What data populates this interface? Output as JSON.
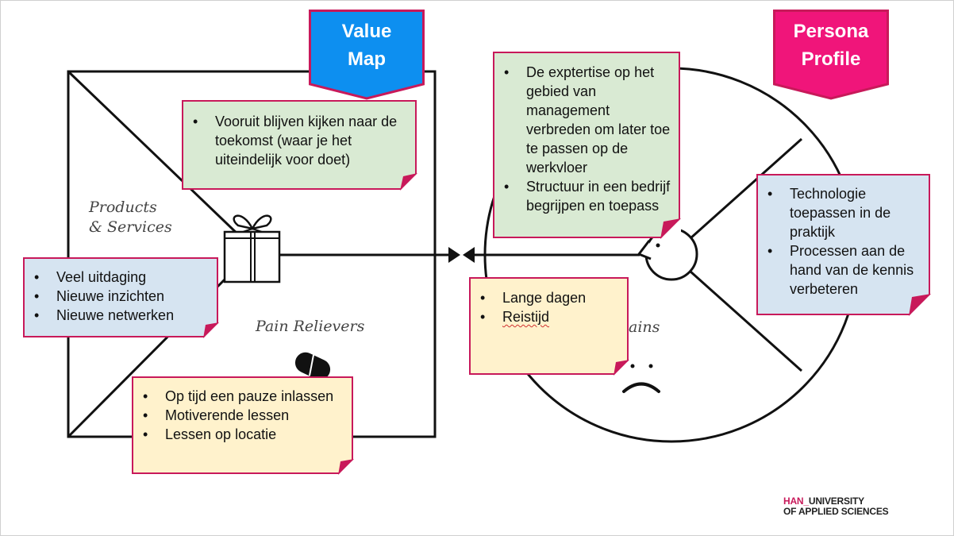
{
  "value_map": {
    "title_line1": "Value",
    "title_line2": "Map",
    "products_line1": "Products",
    "products_line2": "& Services",
    "pain_relievers": "Pain Relievers"
  },
  "persona_profile": {
    "title_line1": "Persona",
    "title_line2": "Profile",
    "pains_partial": "ains"
  },
  "notes": {
    "gain_creators": [
      "Vooruit blijven kijken naar de toekomst (waar je het uiteindelijk voor doet)"
    ],
    "products_services": [
      "Veel uitdaging",
      "Nieuwe inzichten",
      "Nieuwe netwerken"
    ],
    "pain_relievers": [
      "Op tijd een pauze inlassen",
      "Motiverende lessen",
      "Lessen op locatie"
    ],
    "gains": [
      "De exptertise op het gebied van management verbreden om later toe te passen op de werkvloer",
      "Structuur in een bedrijf begrijpen en toepass"
    ],
    "customer_jobs": [
      "Technologie toepassen in de praktijk",
      "Processen aan de hand van de kennis verbeteren"
    ],
    "pains": [
      "Lange dagen",
      "Reistijd"
    ]
  },
  "logo": {
    "han": "HAN_",
    "line1": "UNIVERSITY",
    "line2": "OF APPLIED SCIENCES"
  },
  "colors": {
    "value_map_banner": "#0d8ff0",
    "persona_banner": "#f0157a",
    "note_border": "#c8195a",
    "note_green": "#d9ead3",
    "note_blue": "#d6e4f1",
    "note_yellow": "#fff2cc"
  }
}
